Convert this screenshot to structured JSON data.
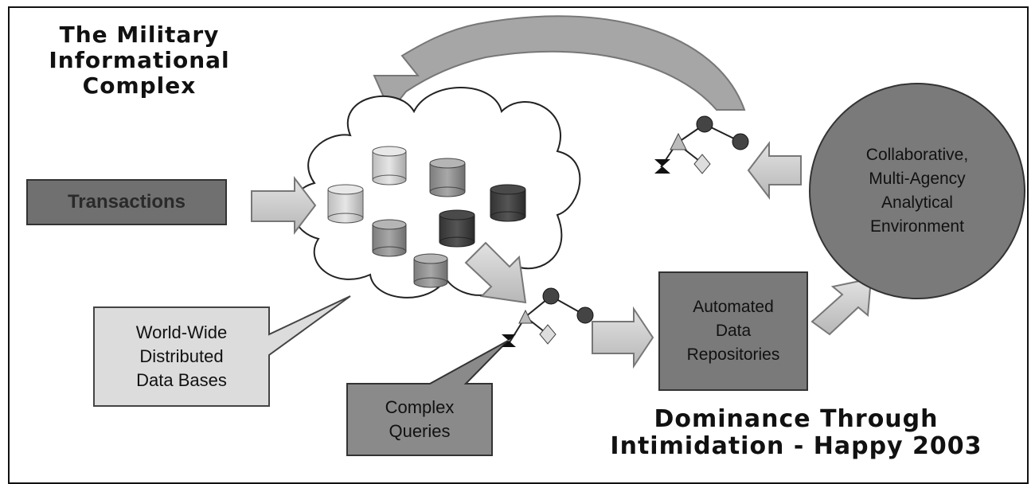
{
  "title_top": {
    "lines": [
      "The Military",
      "Informational",
      "Complex"
    ]
  },
  "title_bottom": {
    "lines": [
      "Dominance Through",
      "Intimidation - Happy 2003"
    ]
  },
  "boxes": {
    "transactions": "Transactions",
    "world_wide": [
      "World-Wide",
      "Distributed",
      "Data Bases"
    ],
    "complex_queries": [
      "Complex",
      "Queries"
    ],
    "automated": [
      "Automated",
      "Data",
      "Repositories"
    ],
    "collaborative": [
      "Collaborative,",
      "Multi-Agency",
      "Analytical",
      "Environment"
    ]
  },
  "colors": {
    "dark_gray": "#6e6e6e",
    "mid_gray": "#9a9a9a",
    "light_gray": "#d6d6d6",
    "arrow_fill": "#d0d0d0",
    "black": "#111111"
  }
}
